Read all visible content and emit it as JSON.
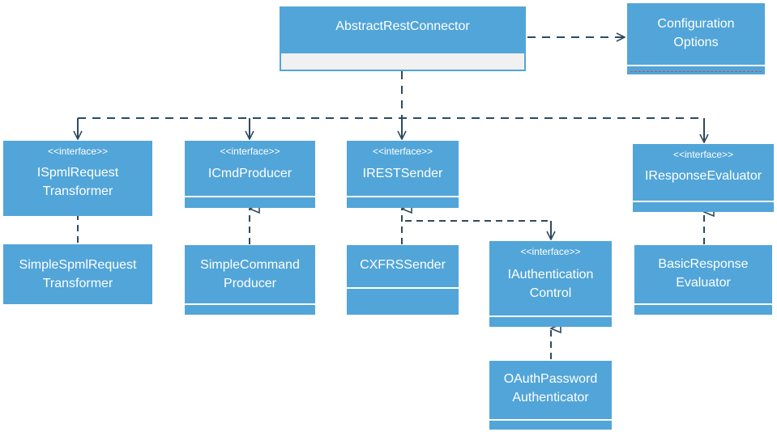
{
  "classes": {
    "abstract_rest_connector": {
      "name": "AbstractRestConnector"
    },
    "configuration_options": {
      "name_line1": "Configuration",
      "name_line2": "Options"
    },
    "ispml_request_transformer": {
      "stereotype": "<<interface>>",
      "name_line1": "ISpmlRequest",
      "name_line2": "Transformer"
    },
    "icmd_producer": {
      "stereotype": "<<interface>>",
      "name": "ICmdProducer"
    },
    "irest_sender": {
      "stereotype": "<<interface>>",
      "name": "IRESTSender"
    },
    "iresponse_evaluator": {
      "stereotype": "<<interface>>",
      "name": "IResponseEvaluator"
    },
    "simple_spml_request_transformer": {
      "name_line1": "SimpleSpmlRequest",
      "name_line2": "Transformer"
    },
    "simple_command_producer": {
      "name_line1": "SimpleCommand",
      "name_line2": "Producer"
    },
    "cxfrs_sender": {
      "name": "CXFRSSender"
    },
    "iauthentication_control": {
      "stereotype": "<<interface>>",
      "name_line1": "IAuthentication",
      "name_line2": "Control"
    },
    "basic_response_evaluator": {
      "name_line1": "BasicResponse",
      "name_line2": "Evaluator"
    },
    "oauth_password_authenticator": {
      "name_line1": "OAuthPassword",
      "name_line2": "Authenticator"
    }
  },
  "colors": {
    "box_fill": "#52a5d8",
    "attribute_band": "#f1f1f1",
    "connector_line": "#2e4a5f",
    "config_rule": "#c0504d"
  }
}
